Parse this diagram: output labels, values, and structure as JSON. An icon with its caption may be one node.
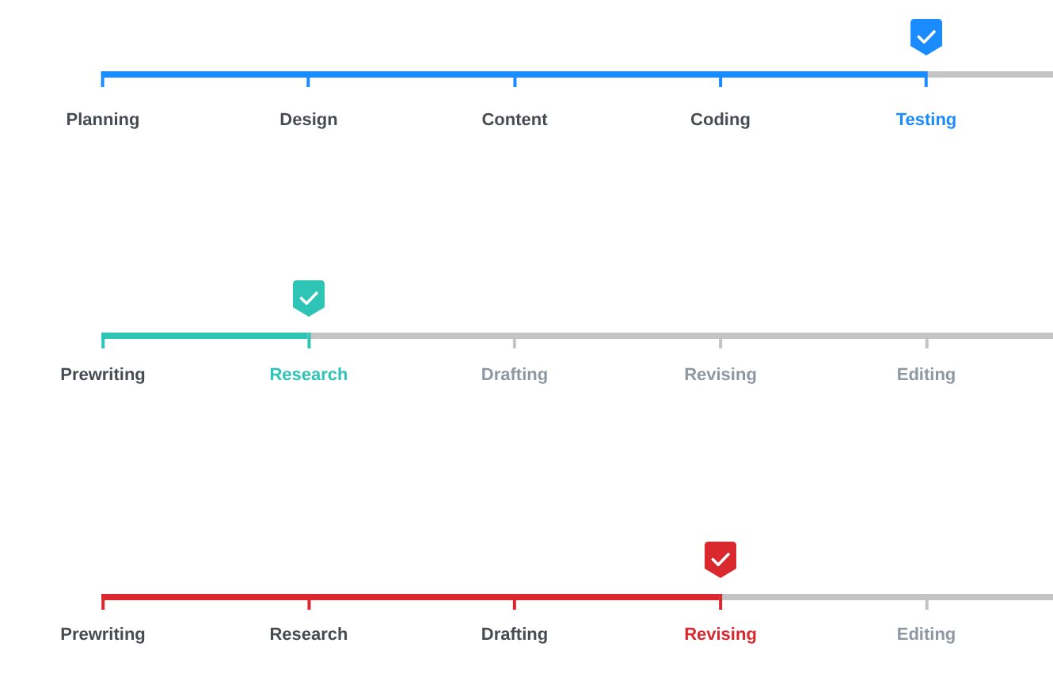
{
  "diagram": {
    "nodes": [
      {
        "text": [
          "Planning"
        ]
      },
      {
        "text": [
          "Design"
        ]
      },
      {
        "text": [
          "Content"
        ]
      },
      {
        "text": [
          "Coding"
        ]
      },
      {
        "text": [
          "Testing"
        ]
      },
      {
        "text": [
          "Prewriting"
        ]
      },
      {
        "text": [
          "Research"
        ]
      },
      {
        "text": [
          "Drafting"
        ]
      },
      {
        "text": [
          "Revising"
        ]
      },
      {
        "text": [
          "Editing"
        ]
      },
      {
        "text": [
          "Prewriting"
        ]
      },
      {
        "text": [
          "Research"
        ]
      },
      {
        "text": [
          "Drafting"
        ]
      },
      {
        "text": [
          "Revising"
        ]
      },
      {
        "text": [
          "Editing"
        ]
      }
    ],
    "edges": [
      {
        "from": 0,
        "to": 1,
        "arrow": "none",
        "color": "#1a8cff"
      },
      {
        "from": 1,
        "to": 2,
        "arrow": "none",
        "color": "#1a8cff"
      },
      {
        "from": 2,
        "to": 3,
        "arrow": "none",
        "color": "#1a8cff"
      },
      {
        "from": 3,
        "to": 4,
        "arrow": "none",
        "color": "#1a8cff"
      },
      {
        "from": 4,
        "to": null,
        "arrow": "none"
      },
      {
        "from": 5,
        "to": 6,
        "arrow": "none",
        "color": "#2ec4b6"
      },
      {
        "from": 6,
        "to": 7,
        "arrow": "none"
      },
      {
        "from": 7,
        "to": 8,
        "arrow": "none"
      },
      {
        "from": 8,
        "to": 9,
        "arrow": "none"
      },
      {
        "from": 9,
        "to": null,
        "arrow": "none"
      },
      {
        "from": 10,
        "to": 11,
        "arrow": "none",
        "color": "#d9282e"
      },
      {
        "from": 11,
        "to": 12,
        "arrow": "none",
        "color": "#d9282e"
      },
      {
        "from": 12,
        "to": 13,
        "arrow": "none",
        "color": "#d9282e"
      },
      {
        "from": 13,
        "to": 14,
        "arrow": "none"
      },
      {
        "from": 14,
        "to": null,
        "arrow": "none"
      }
    ]
  }
}
